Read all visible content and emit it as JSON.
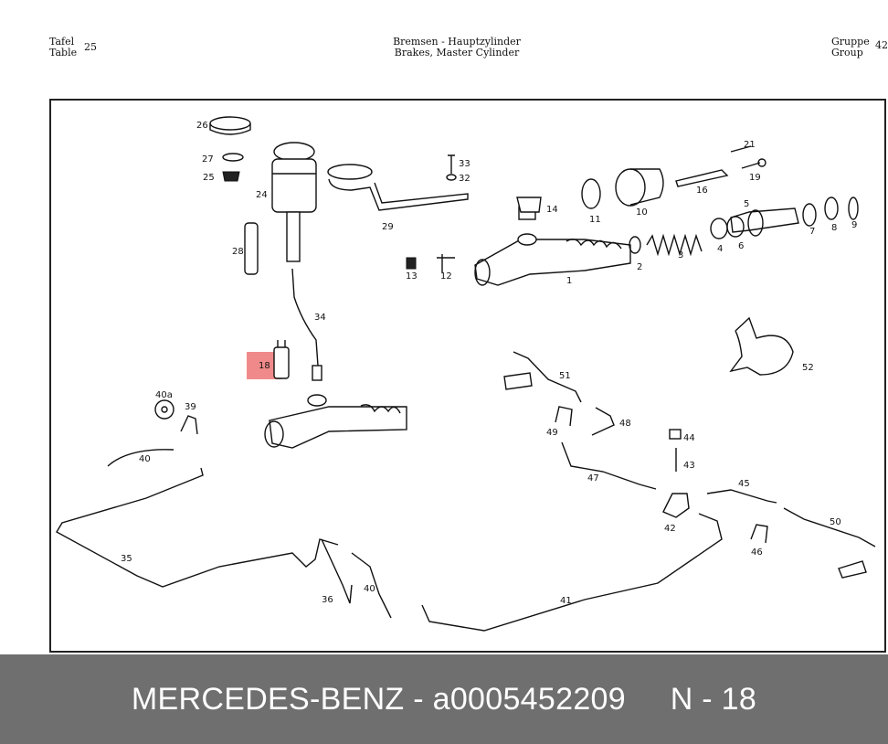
{
  "header": {
    "left_line1": "Tafel",
    "left_line2": "Table",
    "left_number": "25",
    "title_line1": "Bremsen - Hauptzylinder",
    "title_line2": "Brakes, Master Cylinder",
    "right_line1": "Gruppe",
    "right_line2": "Group",
    "right_number": "42"
  },
  "diagram": {
    "highlight_color": "#f08a8a",
    "highlighted_part": "18",
    "part_labels": [
      "26",
      "27",
      "25",
      "24",
      "28",
      "33",
      "32",
      "29",
      "34",
      "18",
      "40a",
      "39",
      "40",
      "35",
      "36",
      "40",
      "14",
      "13",
      "12",
      "11",
      "10",
      "16",
      "21",
      "19",
      "5",
      "1",
      "2",
      "3",
      "4",
      "6",
      "7",
      "8",
      "9",
      "52",
      "51",
      "49",
      "48",
      "44",
      "43",
      "47",
      "45",
      "42",
      "46",
      "50",
      "41"
    ]
  },
  "footer": {
    "brand": "MERCEDES-BENZ",
    "separator": "-",
    "part_number": "a0005452209",
    "position": "N - 18",
    "background": "#6f6f6f"
  }
}
